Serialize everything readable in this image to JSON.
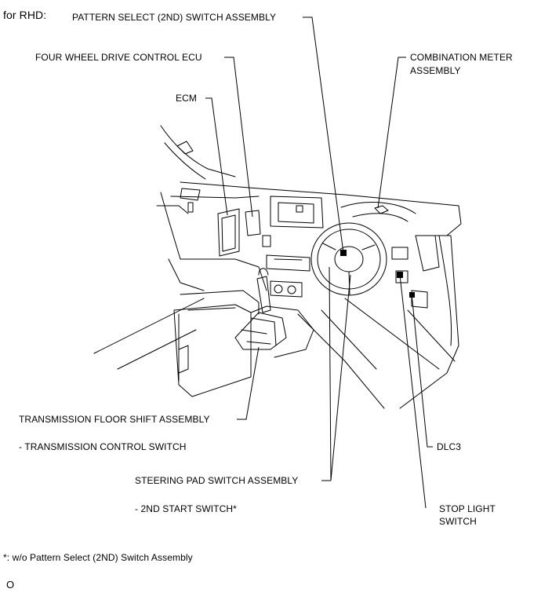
{
  "header": {
    "label": "for RHD:"
  },
  "callouts": {
    "pattern_select": "PATTERN SELECT (2ND) SWITCH ASSEMBLY",
    "four_wheel_ecu": "FOUR WHEEL DRIVE CONTROL ECU",
    "ecm": "ECM",
    "combination_meter_line1": "COMBINATION METER",
    "combination_meter_line2": "ASSEMBLY",
    "transmission_floor_shift": "TRANSMISSION FLOOR SHIFT ASSEMBLY",
    "transmission_control_switch": "- TRANSMISSION CONTROL SWITCH",
    "dlc3": "DLC3",
    "steering_pad_switch": "STEERING PAD SWITCH ASSEMBLY",
    "second_start_switch": "- 2ND START SWITCH*",
    "stop_light_line1": "STOP LIGHT",
    "stop_light_line2": "SWITCH"
  },
  "footnote": "*: w/o Pattern Select (2ND) Switch Assembly",
  "figure_code": "O"
}
